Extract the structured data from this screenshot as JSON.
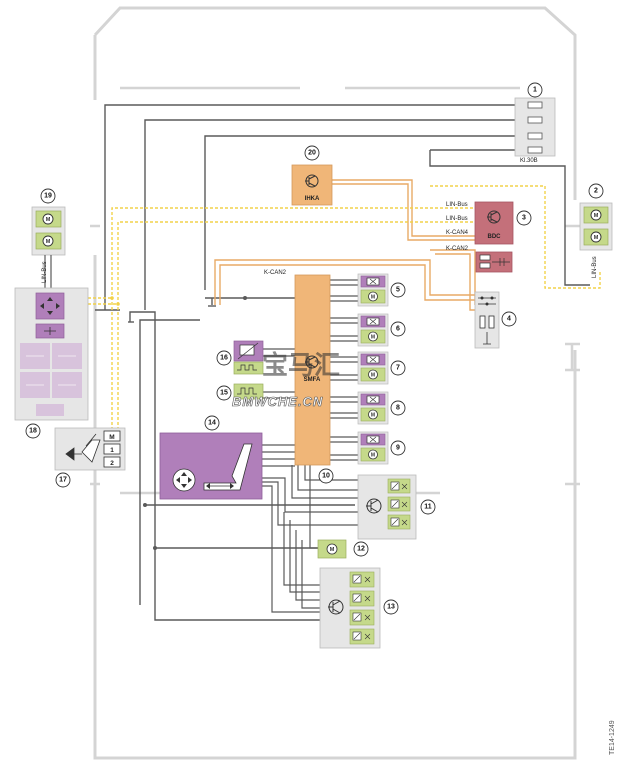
{
  "colors": {
    "wire": "#5a5a5a",
    "can": "#e8aa66",
    "lin": "#f2d24a",
    "orange": "#f0b678",
    "purple": "#b07fba",
    "purple_light": "#d8c3dc",
    "green": "#c5d98a",
    "grey_box": "#e6e6e6",
    "red": "#c4707a",
    "car_outline": "#d4d4d4"
  },
  "labels": {
    "kl30b": "Kl.30B",
    "lin_bus_1": "LIN-Bus",
    "lin_bus_2": "LIN-Bus",
    "k_can4": "K-CAN4",
    "k_can2_right": "K-CAN2",
    "k_can2_left": "K-CAN2",
    "lin_bus_left": "LIN-Bus",
    "lin_bus_right": "LIN-Bus"
  },
  "controllers": {
    "ihka": "IHKA",
    "bdc": "BDC",
    "smfa": "SMFA"
  },
  "numbers": [
    "1",
    "2",
    "3",
    "4",
    "5",
    "6",
    "7",
    "8",
    "9",
    "10",
    "11",
    "12",
    "13",
    "14",
    "15",
    "16",
    "17",
    "18",
    "19",
    "20"
  ],
  "switch_17": {
    "m": "M",
    "one": "1",
    "two": "2"
  },
  "watermark": {
    "line1": "宝马汇",
    "line2": "BMWCHE.CN"
  },
  "figure_id": "TE14-1249",
  "icons": {
    "motor": "motor-icon",
    "valve": "valve-icon",
    "transistor": "transistor-icon",
    "fuse": "fuse-icon"
  }
}
